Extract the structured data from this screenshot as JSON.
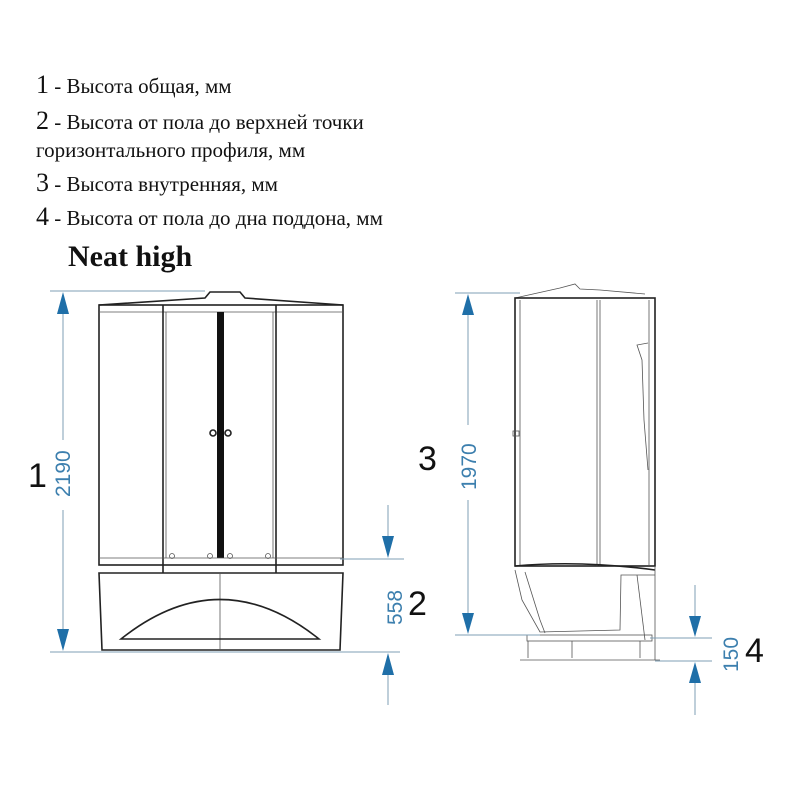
{
  "legend": [
    {
      "num": "1",
      "text": " - Высота общая, мм"
    },
    {
      "num": "2",
      "text": " - Высота от пола до верхней точки",
      "text2": "горизонтального профиля, мм"
    },
    {
      "num": "3",
      "text": " - Высота внутренняя, мм"
    },
    {
      "num": "4",
      "text": " - Высота от пола до дна поддона, мм"
    }
  ],
  "title": "Neat high",
  "dimensions": {
    "d1": {
      "marker": "1",
      "value": "2190"
    },
    "d2": {
      "marker": "2",
      "value": "558"
    },
    "d3": {
      "marker": "3",
      "value": "1970"
    },
    "d4": {
      "marker": "4",
      "value": "150"
    }
  },
  "colors": {
    "dimension": "#3c7fae",
    "arrow": "#1f6fa8"
  }
}
